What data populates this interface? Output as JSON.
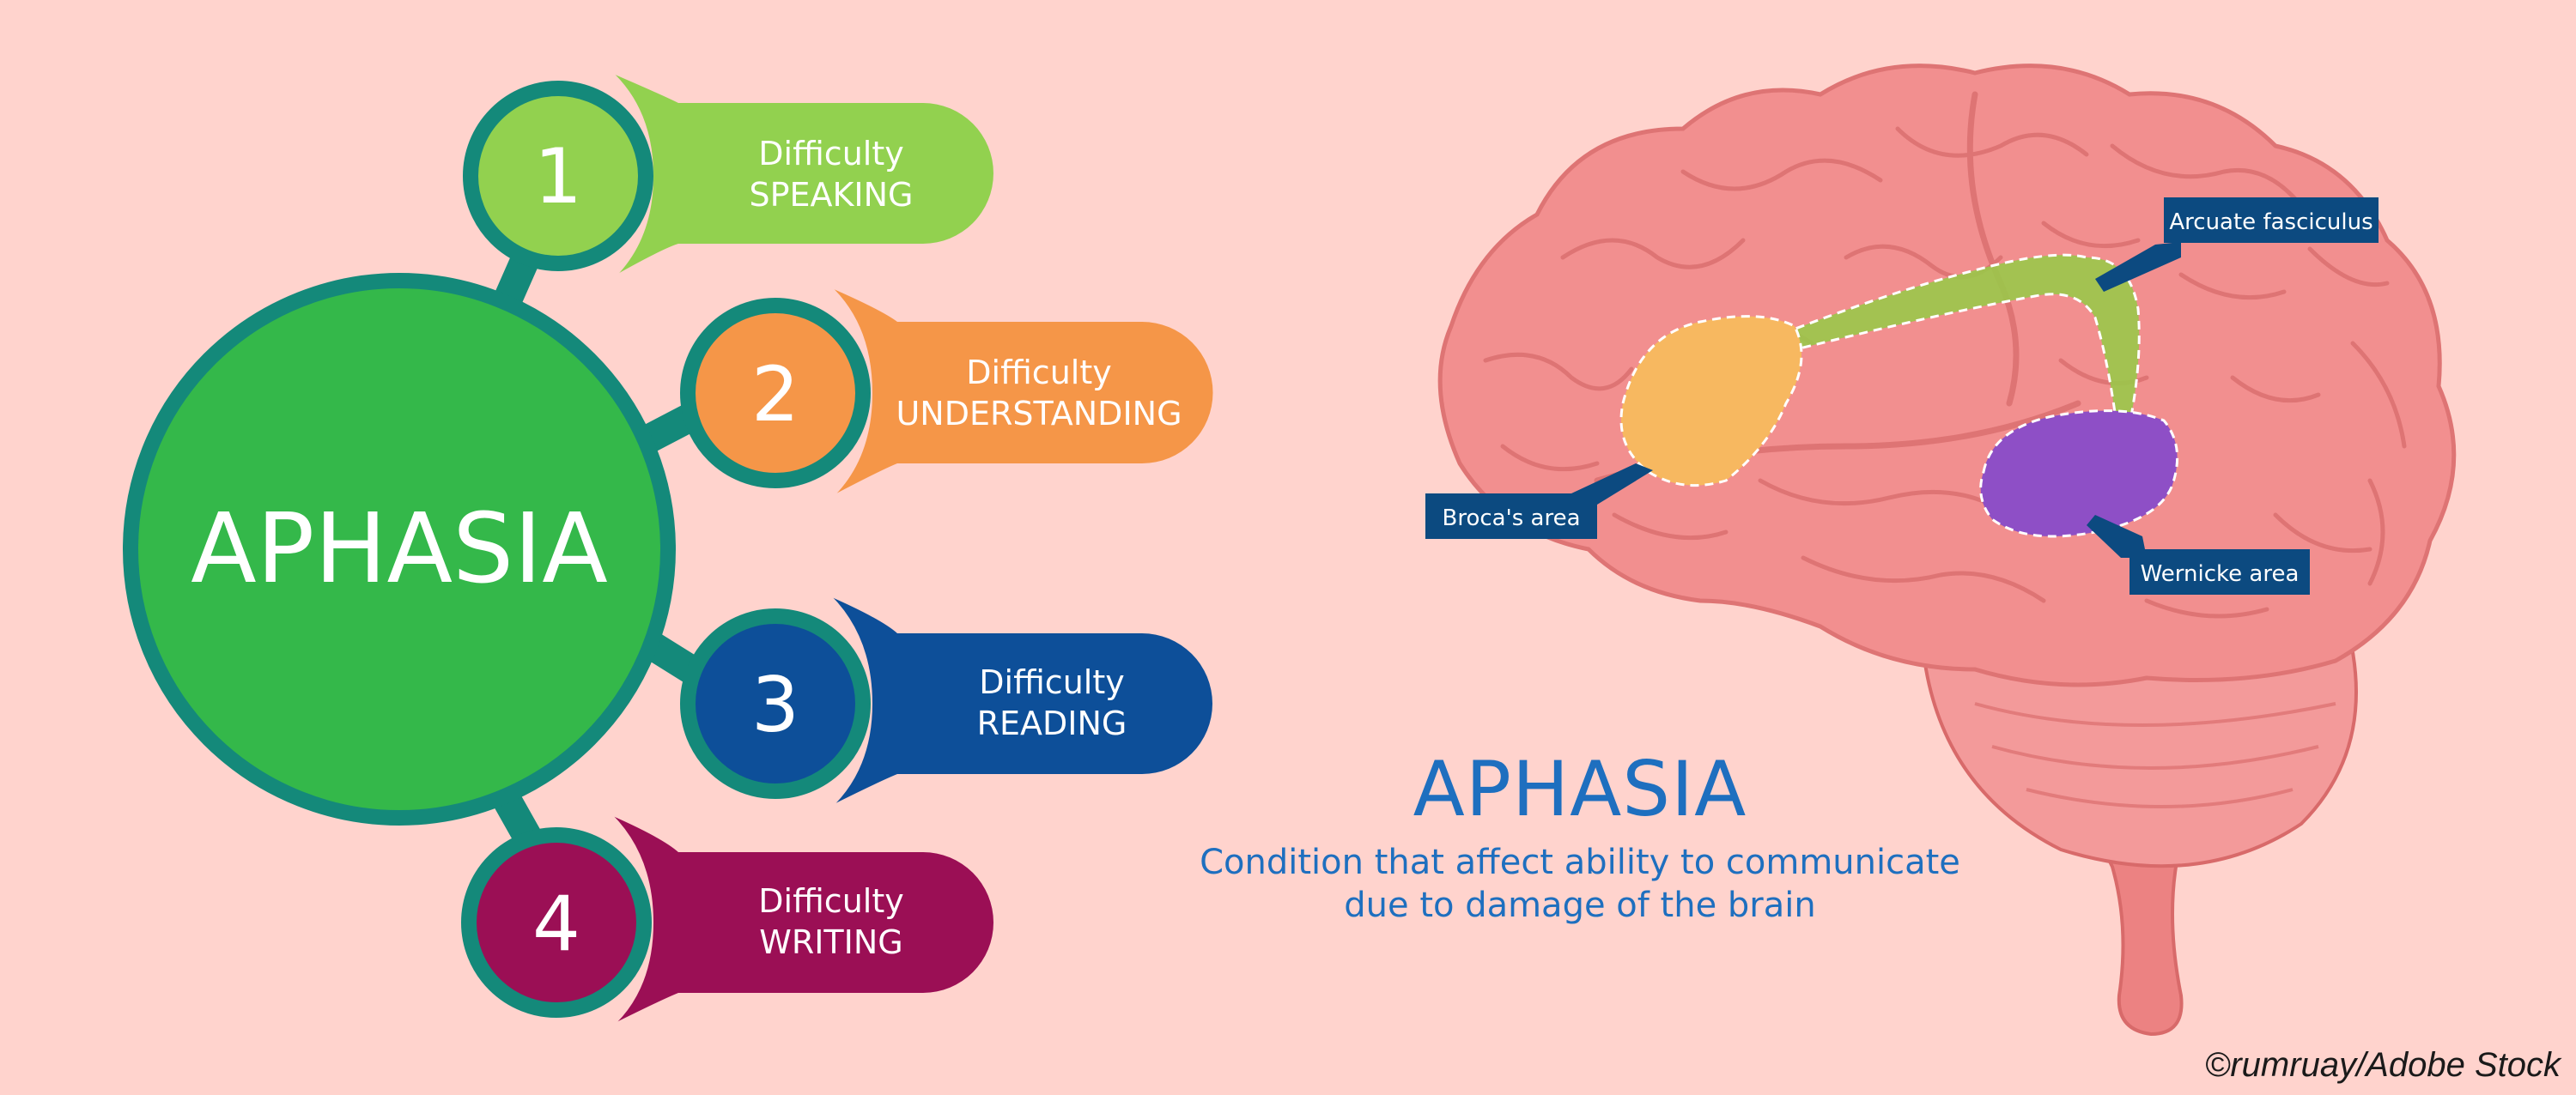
{
  "hub": {
    "label": "APHASIA"
  },
  "items": [
    {
      "number": "1",
      "line1": "Difficulty",
      "line2": "SPEAKING",
      "color": "#92d14f"
    },
    {
      "number": "2",
      "line1": "Difficulty",
      "line2": "UNDERSTANDING",
      "color": "#f59648"
    },
    {
      "number": "3",
      "line1": "Difficulty",
      "line2": "READING",
      "color": "#0d4f99"
    },
    {
      "number": "4",
      "line1": "Difficulty",
      "line2": "WRITING",
      "color": "#9b0f55"
    }
  ],
  "brain_labels": {
    "broca": "Broca's area",
    "wernicke": "Wernicke area",
    "arcuate": "Arcuate fasciculus"
  },
  "info": {
    "title": "APHASIA",
    "description_line1": "Condition that affect ability to communicate",
    "description_line2": "due to damage of the brain"
  },
  "credit": "©rumruay/Adobe Stock",
  "colors": {
    "background": "#ffd3cd",
    "hub": "#34b84a",
    "ring": "#14897a",
    "label_box": "#0c4a80",
    "brain": "#f28f8f",
    "broca_region": "#f7b860",
    "wernicke_region": "#8e4fc6",
    "arcuate_region": "#9ac84a"
  }
}
